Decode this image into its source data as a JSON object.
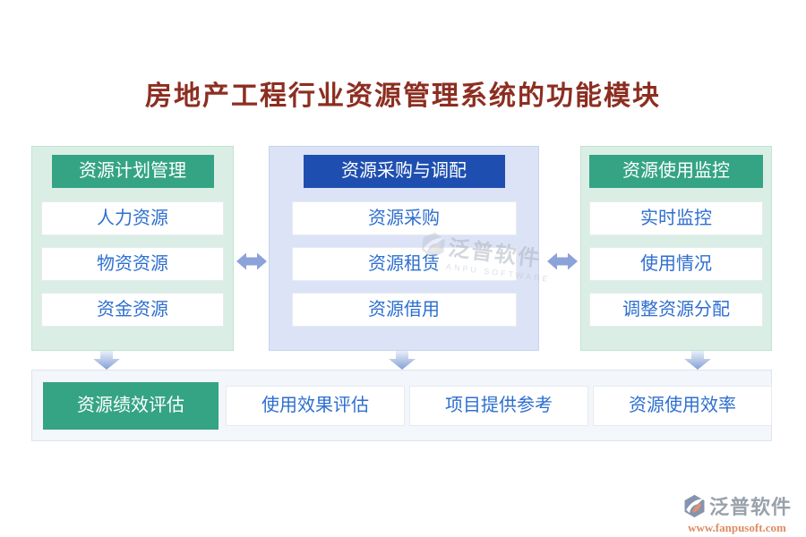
{
  "title": "房地产工程行业资源管理系统的功能模块",
  "columns": [
    {
      "header": "资源计划管理",
      "theme": "green",
      "items": [
        "人力资源",
        "物资资源",
        "资金资源"
      ]
    },
    {
      "header": "资源采购与调配",
      "theme": "blue",
      "items": [
        "资源采购",
        "资源租赁",
        "资源借用"
      ]
    },
    {
      "header": "资源使用监控",
      "theme": "green",
      "items": [
        "实时监控",
        "使用情况",
        "调整资源分配"
      ]
    }
  ],
  "bottom_row": {
    "header": "资源绩效评估",
    "items": [
      "使用效果评估",
      "项目提供参考",
      "资源使用效率"
    ]
  },
  "watermark": {
    "center_text": "泛普软件",
    "center_subtext": "ANPU SOFTWARE",
    "footer_text": "泛普软件",
    "footer_url": "www.fanpusoft.com"
  },
  "colors": {
    "title_text": "#8c2e21",
    "green_header_bg": "#35a484",
    "blue_header_bg": "#1e4fb0",
    "green_panel_bg": "#dbeee5",
    "blue_panel_bg": "#dce3f6",
    "bottom_row_bg": "#f3f6fa",
    "item_text": "#2e6fd0",
    "arrow": "#8ba3d9",
    "watermark_gray": "#99a1ab",
    "watermark_orange": "#e08a62"
  }
}
